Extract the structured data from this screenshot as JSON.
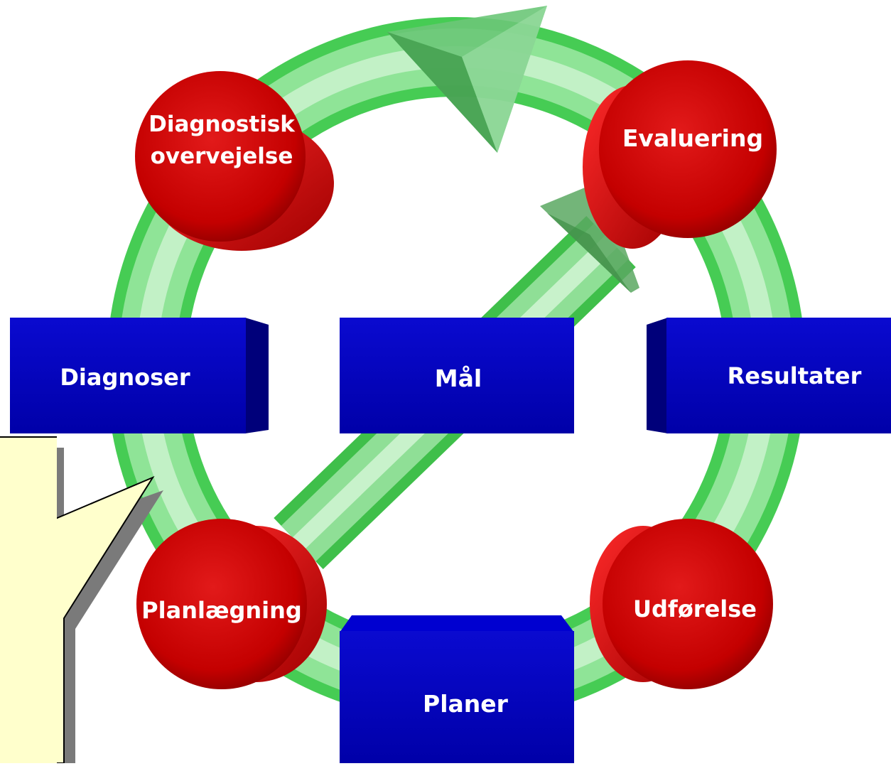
{
  "stages": {
    "diagnostic": {
      "label_line1": "Diagnostisk",
      "label_line2": "overvejelse"
    },
    "evaluation": {
      "label": "Evaluering"
    },
    "planning": {
      "label": "Planlægning"
    },
    "execution": {
      "label": "Udførelse"
    }
  },
  "outputs": {
    "diagnoses": {
      "label": "Diagnoser"
    },
    "goals": {
      "label": "Mål"
    },
    "results": {
      "label": "Resultater"
    },
    "plans": {
      "label": "Planer"
    }
  },
  "callout": {
    "text": ""
  },
  "colors": {
    "ring_green": "#7fe08a",
    "stage_red": "#d40000",
    "output_blue": "#0000b0",
    "callout_fill": "#ffffcc"
  }
}
